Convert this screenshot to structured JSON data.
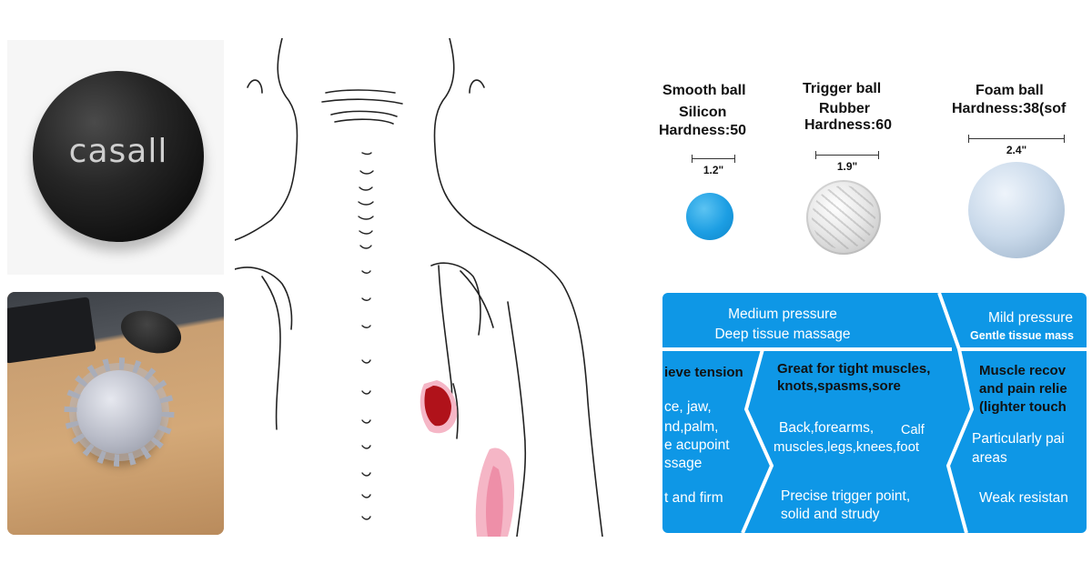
{
  "casall_photo": {
    "logo_text": "casall"
  },
  "balls": [
    {
      "title": "Smooth ball",
      "material": "Silicon",
      "hardness": "Hardness:50",
      "size": "1.2\""
    },
    {
      "title": "Trigger ball",
      "material": "Rubber",
      "hardness": "Hardness:60",
      "size": "1.9\""
    },
    {
      "title": "Foam ball",
      "hardness": "Hardness:38(sof",
      "size": "2.4\""
    }
  ],
  "info": {
    "col1_header": [
      "Medium pressure",
      "Deep tissue massage"
    ],
    "col3_header": [
      "Mild pressure",
      "Gentle tissue mass"
    ],
    "col1": {
      "title": "ieve tension",
      "lines": [
        "ce, jaw,",
        "nd,palm,",
        "e acupoint",
        "ssage"
      ],
      "footer": "t and firm"
    },
    "col2": {
      "title": [
        "Great for tight muscles,",
        "knots,spasms,sore"
      ],
      "lines": [
        "Back,forearms,",
        "Calf",
        "muscles,legs,knees,foot"
      ],
      "footer": [
        "Precise trigger point,",
        "solid and strudy"
      ]
    },
    "col3": {
      "title": [
        "Muscle recov",
        "and pain relie",
        "(lighter touch"
      ],
      "lines": [
        "Particularly pai",
        "areas"
      ],
      "footer": "Weak resistan"
    }
  },
  "colors": {
    "accent_blue": "#0e97e6",
    "dark_highlight": "#b0121a",
    "light_highlight": "#f5b6c6"
  }
}
